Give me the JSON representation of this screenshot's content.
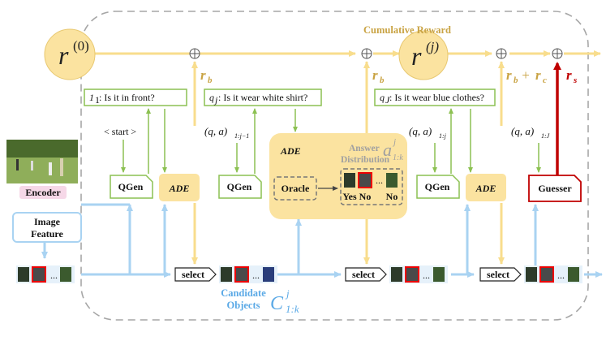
{
  "nodes": {
    "r0": {
      "base": "r",
      "sup": "(0)"
    },
    "rj": {
      "base": "r",
      "sup": "(j)"
    },
    "encoder": "Encoder",
    "image_feature": [
      "Image",
      "Feature"
    ],
    "start": "< start >",
    "qgen": "QGen",
    "ade": "ADE",
    "oracle": "Oracle",
    "guesser": "Guesser",
    "select": "select",
    "answer_distribution": [
      "Answer",
      "Distribution"
    ],
    "answer_symbol": {
      "base": "a",
      "sup": "j",
      "sub": "1:k"
    },
    "candidate_objects": [
      "Candidate",
      "Objects"
    ],
    "candidate_symbol": {
      "base": "C",
      "sup": "j",
      "sub": "1:k"
    },
    "cumulative_reward": "Cumulative Reward",
    "yes_label": "Yes",
    "no_label": "No",
    "ellipsis": "..."
  },
  "questions": {
    "q1": {
      "sub": "1",
      "text": ": Is it in front?"
    },
    "qj": {
      "sub": "j",
      "text": ": Is it wear white shirt?"
    },
    "qJ": {
      "sub": "J",
      "text": ": Is it wear blue clothes?"
    }
  },
  "history": {
    "h1": {
      "sub": "1:j−1"
    },
    "h2": {
      "sub": "1:j"
    },
    "h3": {
      "sub": "1:J"
    }
  },
  "rewards": {
    "rb": "r",
    "rb_sub": "b",
    "rb_plus_rc": [
      "r",
      "b",
      " + ",
      "r",
      "c"
    ],
    "rs": "r",
    "rs_sub": "s"
  },
  "colors": {
    "yellow_line": "#f8dd8d",
    "yellow_fill": "#fbe3a0",
    "gold_text": "#c9a343",
    "blue_line": "#a9d3f2",
    "green": "#8cc152",
    "red": "#c00000",
    "gray_dash": "#a6a6a6",
    "pink": "#f6d8e8"
  }
}
